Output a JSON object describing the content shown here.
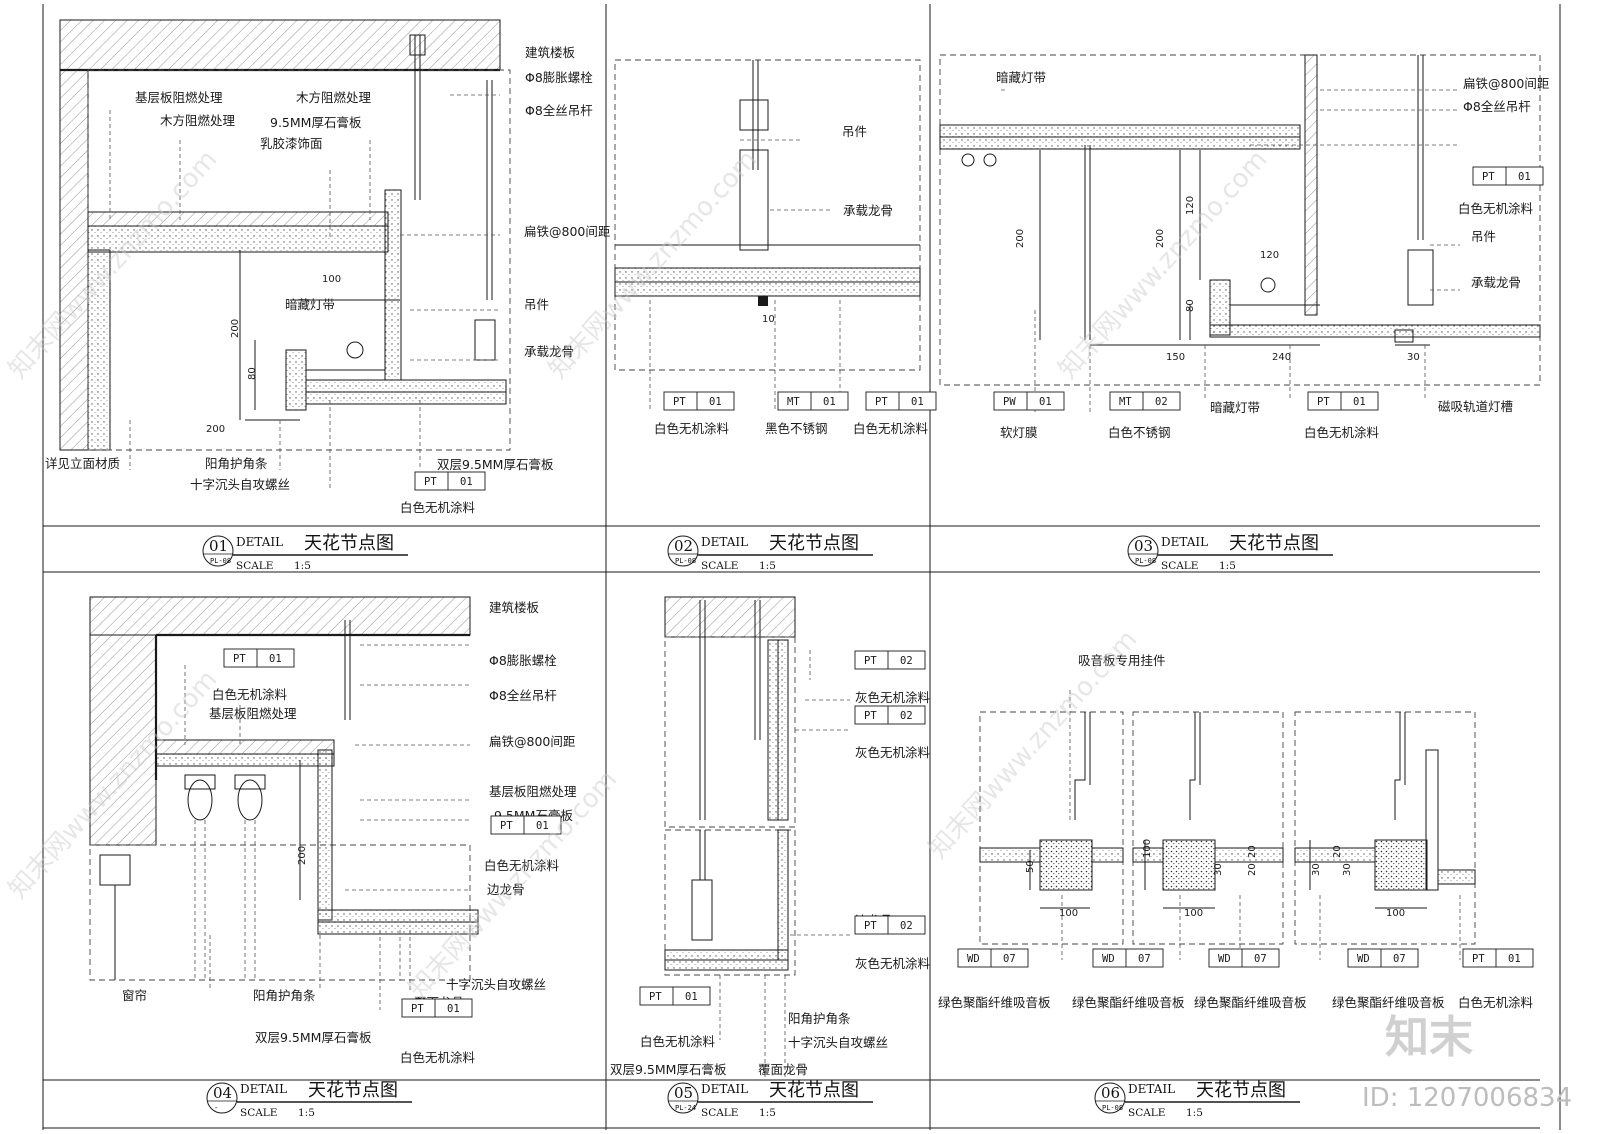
{
  "panels": [
    {
      "num": "01",
      "detail": "DETAIL",
      "title": "天花节点图",
      "scale_label": "SCALE",
      "scale": "1:5",
      "ref": "PL-08",
      "labels": [
        "建筑楼板",
        "Φ8膨胀螺栓",
        "Φ8全丝吊杆",
        "基层板阻燃处理",
        "木方阻燃处理",
        "木方阻燃处理",
        "9.5MM厚石膏板",
        "乳胶漆饰面",
        "扁铁@800间距",
        "暗藏灯带",
        "吊件",
        "承载龙骨",
        "详见立面材质",
        "阳角护角条",
        "十字沉头自攻螺丝",
        "双层9.5MM厚石膏板",
        "白色无机涂料"
      ],
      "tags": [
        {
          "code": "PT",
          "no": "01"
        }
      ],
      "dims": [
        "100",
        "200",
        "80",
        "200"
      ]
    },
    {
      "num": "02",
      "detail": "DETAIL",
      "title": "天花节点图",
      "scale_label": "SCALE",
      "scale": "1:5",
      "ref": "PL-08",
      "labels": [
        "吊件",
        "承载龙骨",
        "白色无机涂料",
        "黑色不锈钢",
        "白色无机涂料"
      ],
      "tags": [
        {
          "code": "PT",
          "no": "01"
        },
        {
          "code": "MT",
          "no": "01"
        },
        {
          "code": "PT",
          "no": "01"
        }
      ],
      "dims": [
        "10"
      ]
    },
    {
      "num": "03",
      "detail": "DETAIL",
      "title": "天花节点图",
      "scale_label": "SCALE",
      "scale": "1:5",
      "ref": "PL-08",
      "labels": [
        "暗藏灯带",
        "扁铁@800间距",
        "Φ8全丝吊杆",
        "白色无机涂料",
        "吊件",
        "承载龙骨",
        "软灯膜",
        "白色不锈钢",
        "暗藏灯带",
        "白色无机涂料",
        "磁吸轨道灯槽"
      ],
      "tags": [
        {
          "code": "PT",
          "no": "01"
        },
        {
          "code": "PW",
          "no": "01"
        },
        {
          "code": "MT",
          "no": "02"
        },
        {
          "code": "PT",
          "no": "01"
        }
      ],
      "dims": [
        "200",
        "200",
        "120",
        "120",
        "80",
        "150",
        "240",
        "30"
      ]
    },
    {
      "num": "04",
      "detail": "DETAIL",
      "title": "天花节点图",
      "scale_label": "SCALE",
      "scale": "1:5",
      "ref": "-",
      "labels": [
        "建筑楼板",
        "白色无机涂料",
        "Φ8膨胀螺栓",
        "Φ8全丝吊杆",
        "基层板阻燃处理",
        "扁铁@800间距",
        "基层板阻燃处理",
        "9.5MM石膏板",
        "白色无机涂料",
        "边龙骨",
        "窗帘",
        "阳角护角条",
        "十字沉头自攻螺丝",
        "覆面龙骨",
        "双层9.5MM厚石膏板",
        "白色无机涂料"
      ],
      "tags": [
        {
          "code": "PT",
          "no": "01"
        },
        {
          "code": "PT",
          "no": "01"
        },
        {
          "code": "PT",
          "no": "01"
        }
      ],
      "dims": [
        "200"
      ]
    },
    {
      "num": "05",
      "detail": "DETAIL",
      "title": "天花节点图",
      "scale_label": "SCALE",
      "scale": "1:5",
      "ref": "PL-24",
      "labels": [
        "灰色无机涂料",
        "灰色无机涂料",
        "边龙骨",
        "灰色无机涂料",
        "白色无机涂料",
        "阳角护角条",
        "十字沉头自攻螺丝",
        "双层9.5MM厚石膏板",
        "覆面龙骨"
      ],
      "tags": [
        {
          "code": "PT",
          "no": "02"
        },
        {
          "code": "PT",
          "no": "02"
        },
        {
          "code": "PT",
          "no": "02"
        },
        {
          "code": "PT",
          "no": "01"
        }
      ],
      "dims": []
    },
    {
      "num": "06",
      "detail": "DETAIL",
      "title": "天花节点图",
      "scale_label": "SCALE",
      "scale": "1:5",
      "ref": "PL-08",
      "labels": [
        "吸音板专用挂件",
        "绿色聚酯纤维吸音板",
        "绿色聚酯纤维吸音板",
        "绿色聚酯纤维吸音板",
        "绿色聚酯纤维吸音板",
        "白色无机涂料"
      ],
      "tags": [
        {
          "code": "WD",
          "no": "07"
        },
        {
          "code": "WD",
          "no": "07"
        },
        {
          "code": "WD",
          "no": "07"
        },
        {
          "code": "WD",
          "no": "07"
        },
        {
          "code": "PT",
          "no": "01"
        }
      ],
      "dims": [
        "50",
        "100",
        "100",
        "100",
        "20",
        "30",
        "20",
        "30",
        "100",
        "20",
        "30"
      ]
    }
  ],
  "watermark": {
    "text": "知末网www.znzmo.com",
    "brand": "知末",
    "id": "ID: 1207006834"
  }
}
